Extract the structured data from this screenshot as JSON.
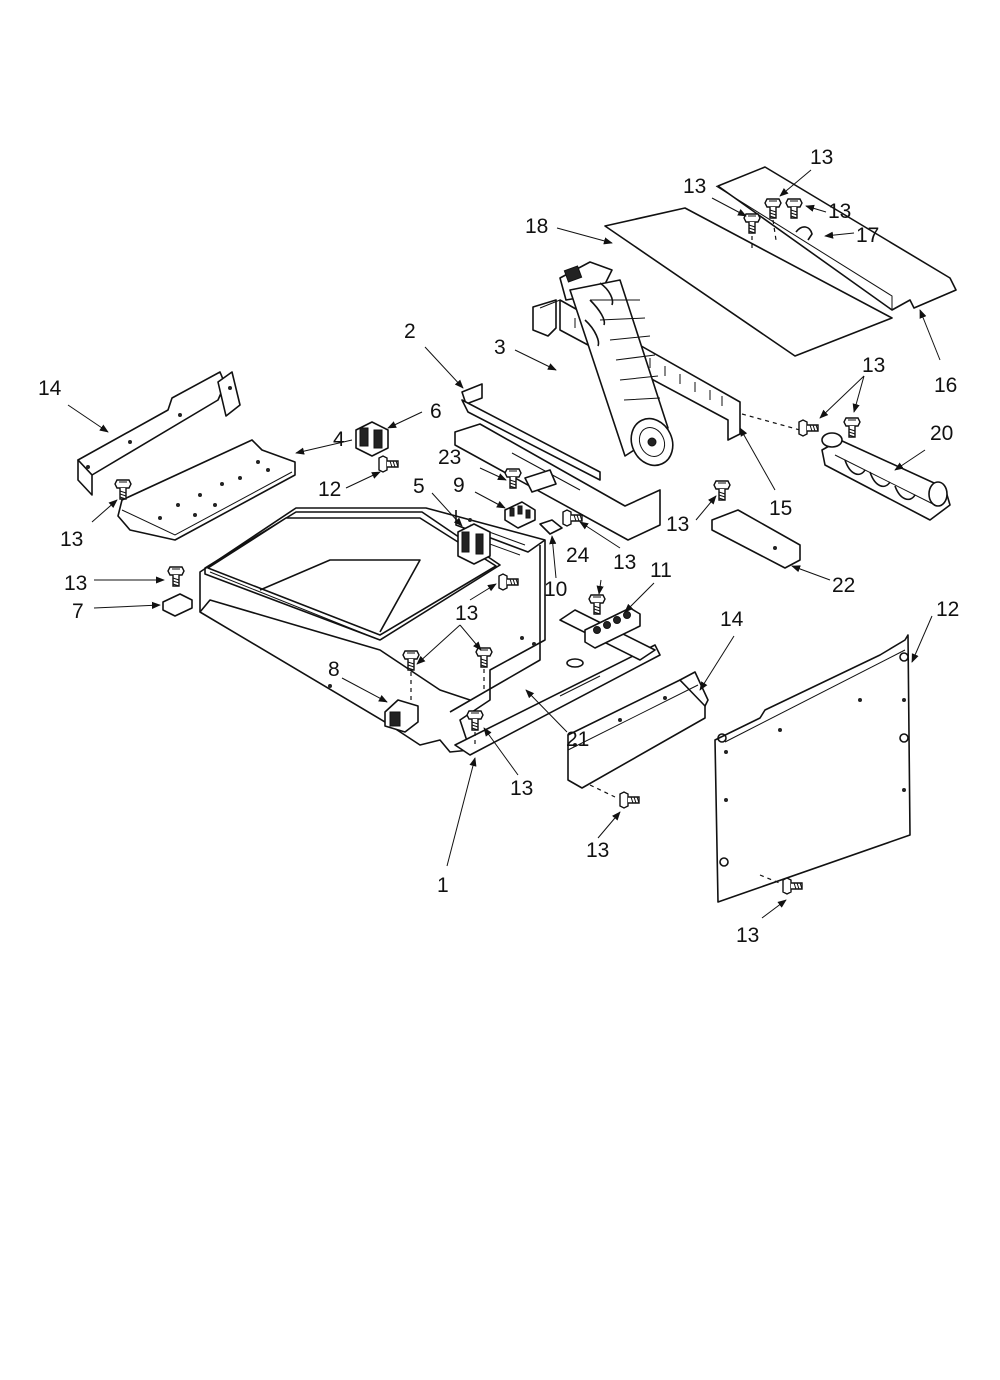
{
  "callouts": [
    "1",
    "2",
    "3",
    "4",
    "5",
    "6",
    "7",
    "8",
    "9",
    "10",
    "11",
    "12",
    "13",
    "14",
    "15",
    "16",
    "17",
    "18",
    "20",
    "21",
    "22",
    "23",
    "24"
  ]
}
